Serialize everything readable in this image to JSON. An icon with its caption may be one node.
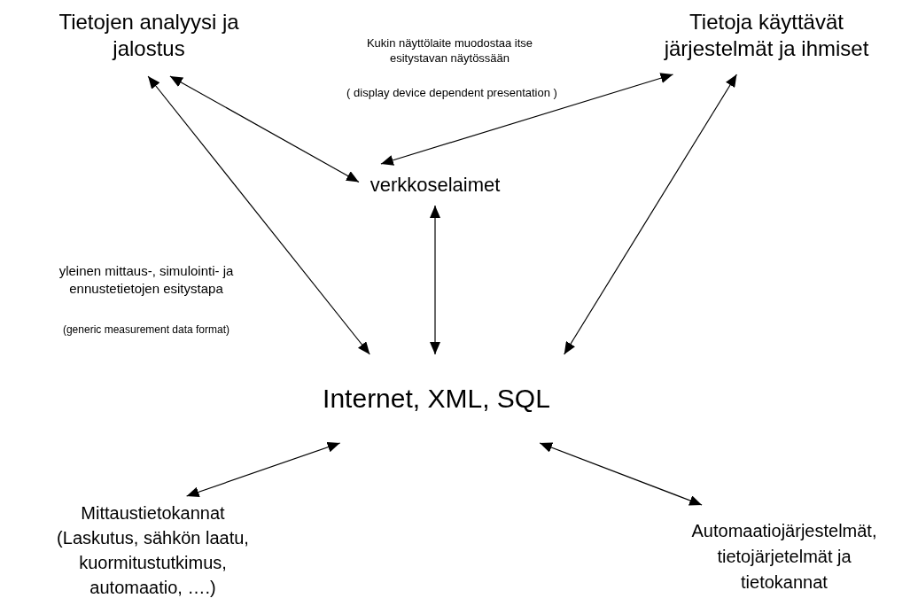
{
  "diagram": {
    "nodes": [
      {
        "text": [
          "Tietojen analyysi ja jalostus"
        ]
      },
      {
        "text": [
          "Tietoja käyttävät järjestelmät ja ihmiset"
        ]
      },
      {
        "text": [
          "verkkoselaimet"
        ]
      },
      {
        "text": [
          "Internet, XML, SQL"
        ]
      },
      {
        "text": [
          "Mittaustietokannat (Laskutus, sähkön laatu, kuormitustutkimus, automaatio, ….)"
        ]
      },
      {
        "text": [
          "Automaatiojärjestelmät, tietojärjetelmät ja tietokannat"
        ]
      }
    ],
    "edges": [
      {
        "from": 0,
        "to": 2,
        "arrow": "both"
      },
      {
        "from": 1,
        "to": 2,
        "arrow": "both"
      },
      {
        "from": 0,
        "to": 3,
        "arrow": "both"
      },
      {
        "from": 1,
        "to": 3,
        "arrow": "both"
      },
      {
        "from": 2,
        "to": 3,
        "arrow": "both"
      },
      {
        "from": 3,
        "to": 4,
        "arrow": "both"
      },
      {
        "from": 3,
        "to": 5,
        "arrow": "both"
      }
    ],
    "labels": [
      "Kukin näyttölaite muodostaa itse esitystavan näytössään",
      "( display device dependent presentation )",
      "yleinen mittaus-, simulointi- ja ennustetietojen esitystapa",
      "(generic measurement data format)"
    ]
  }
}
